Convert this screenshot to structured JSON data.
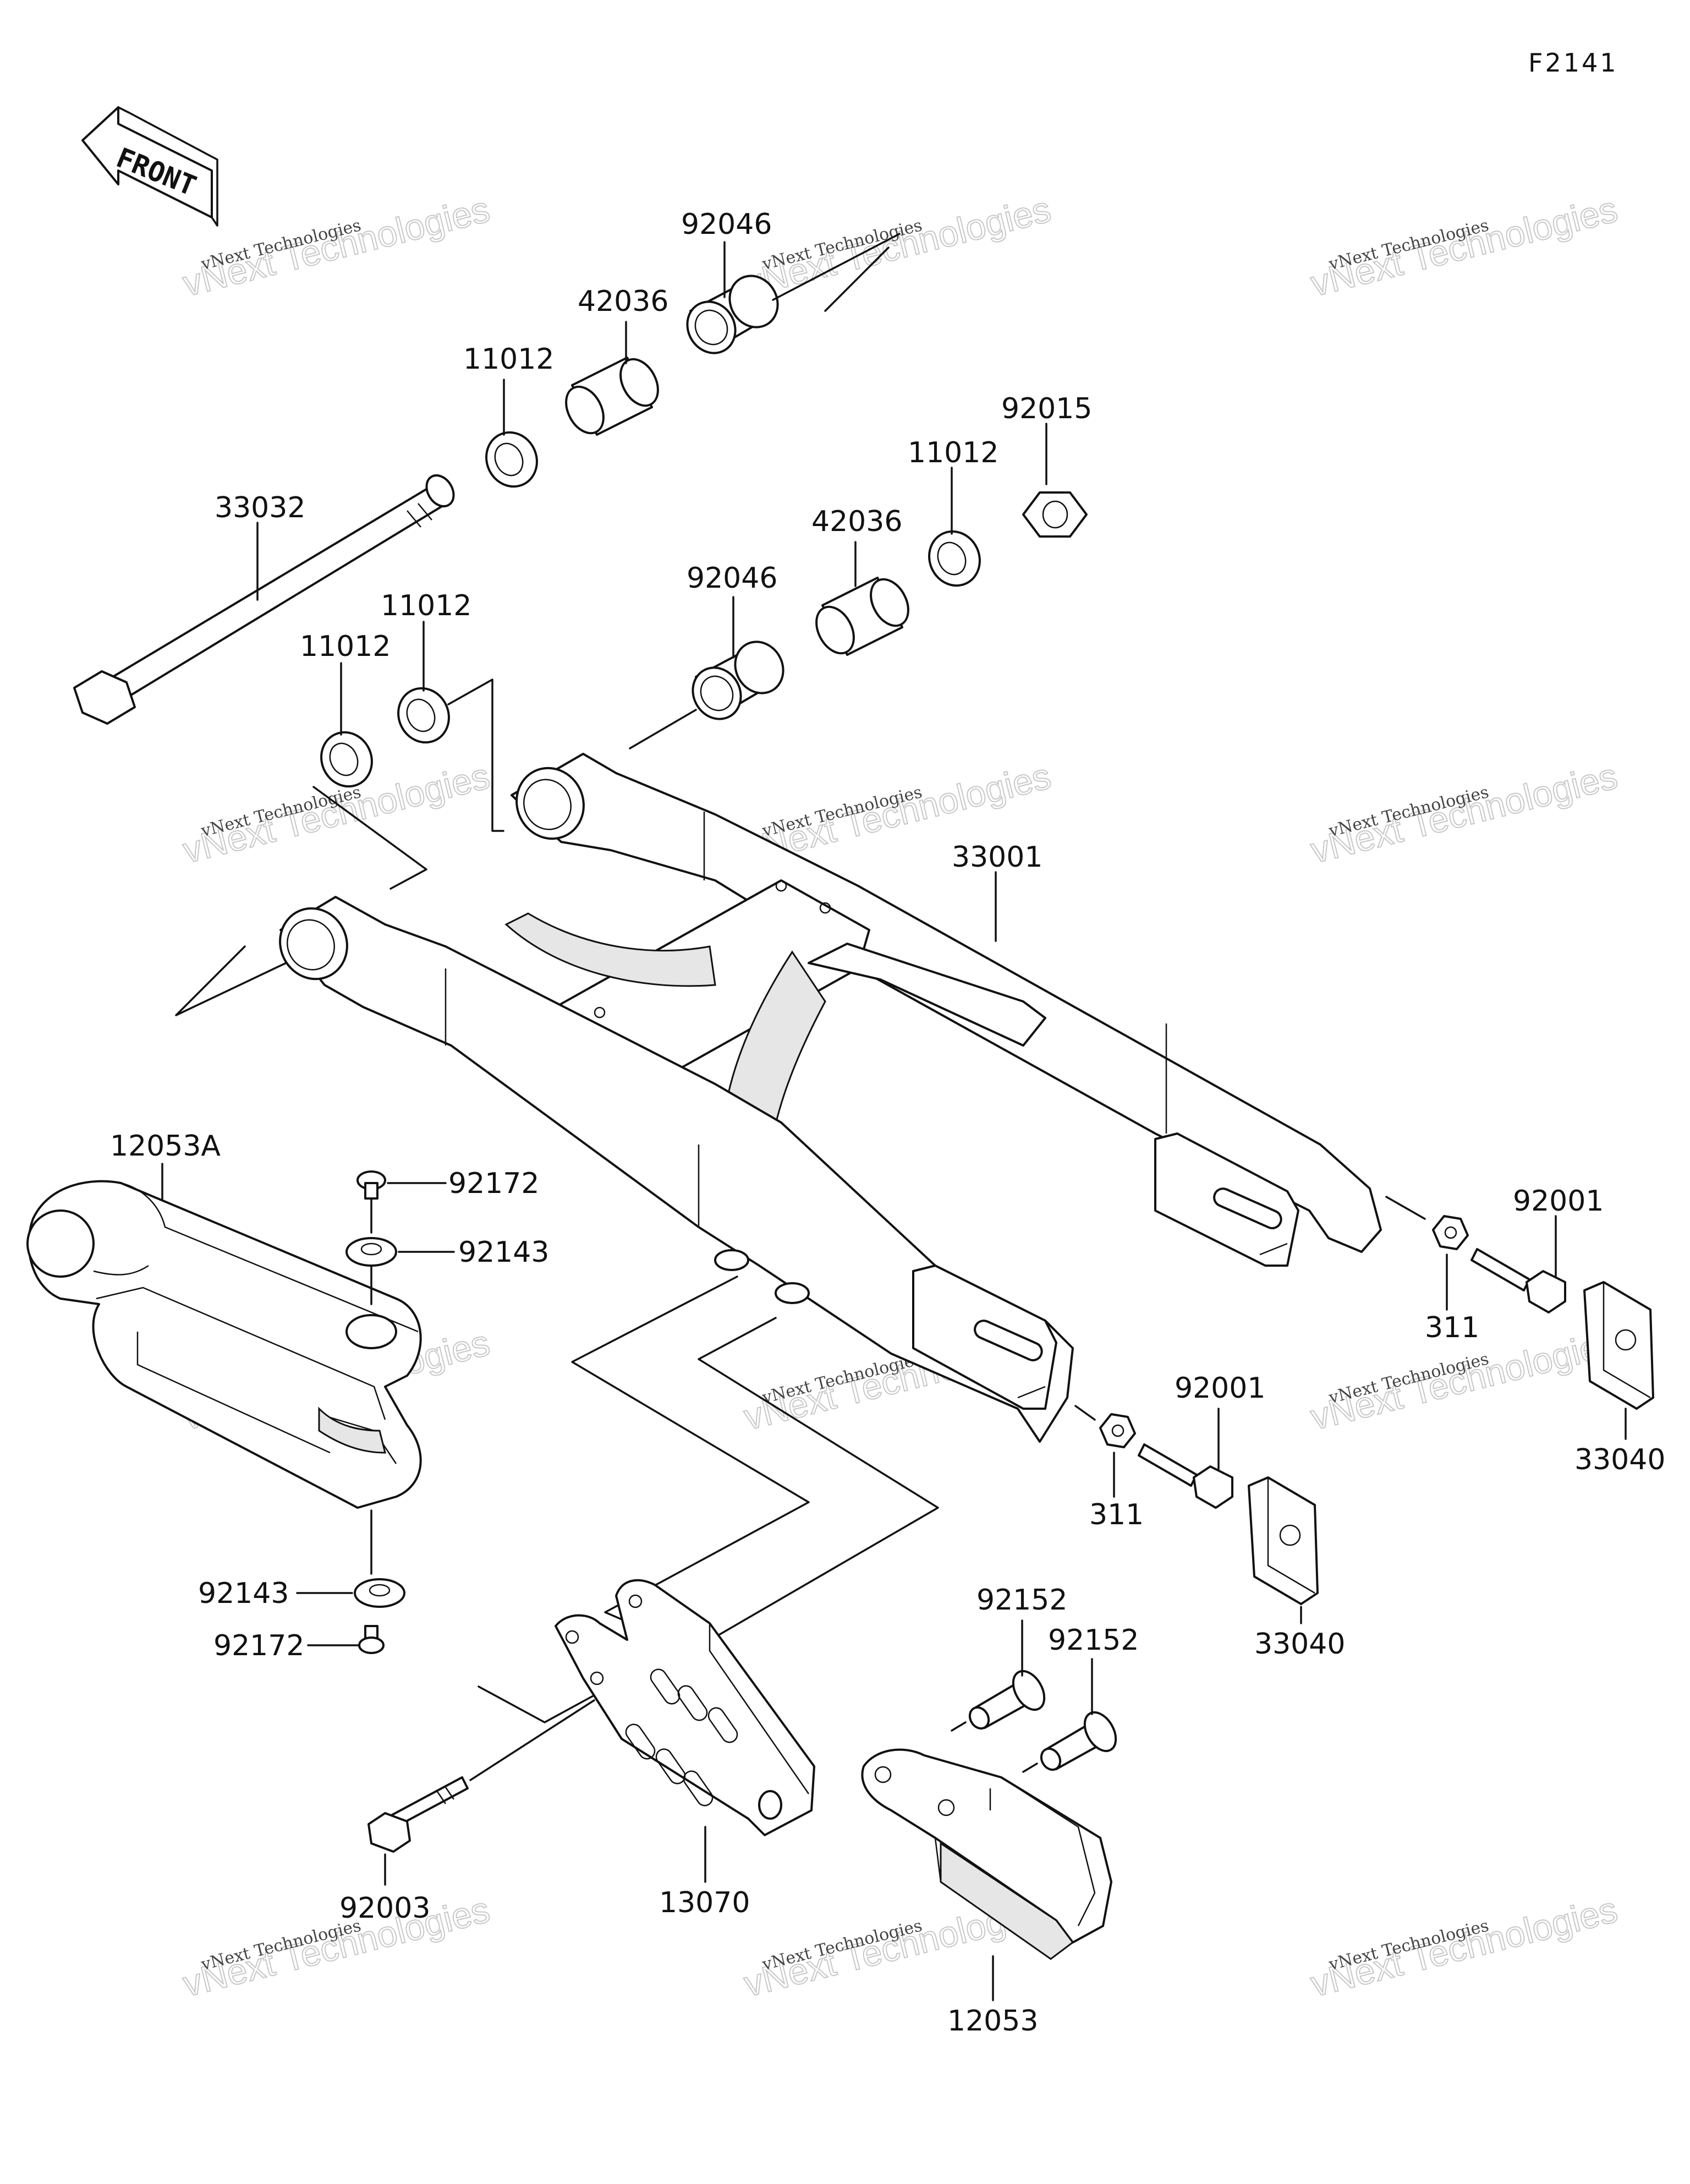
{
  "figure_code": "F2141",
  "front_indicator": "FRONT",
  "watermark": {
    "line1": "vNext Technologies",
    "line2": "vNext Technologies"
  },
  "parts": {
    "p92046_top": "92046",
    "p42036_top": "42036",
    "p11012_a": "11012",
    "p92015": "92015",
    "p11012_b": "11012",
    "p33032": "33032",
    "p42036_mid": "42036",
    "p92046_mid": "92046",
    "p11012_c": "11012",
    "p11012_d": "11012",
    "p33001": "33001",
    "p12053A": "12053A",
    "p92172_top": "92172",
    "p92143_top": "92143",
    "p92001_right": "92001",
    "p311_right": "311",
    "p33040_right": "33040",
    "p92001_mid": "92001",
    "p311_mid": "311",
    "p33040_mid": "33040",
    "p92143_bot": "92143",
    "p92172_bot": "92172",
    "p92152_a": "92152",
    "p92152_b": "92152",
    "p13070": "13070",
    "p92003": "92003",
    "p12053": "12053"
  }
}
